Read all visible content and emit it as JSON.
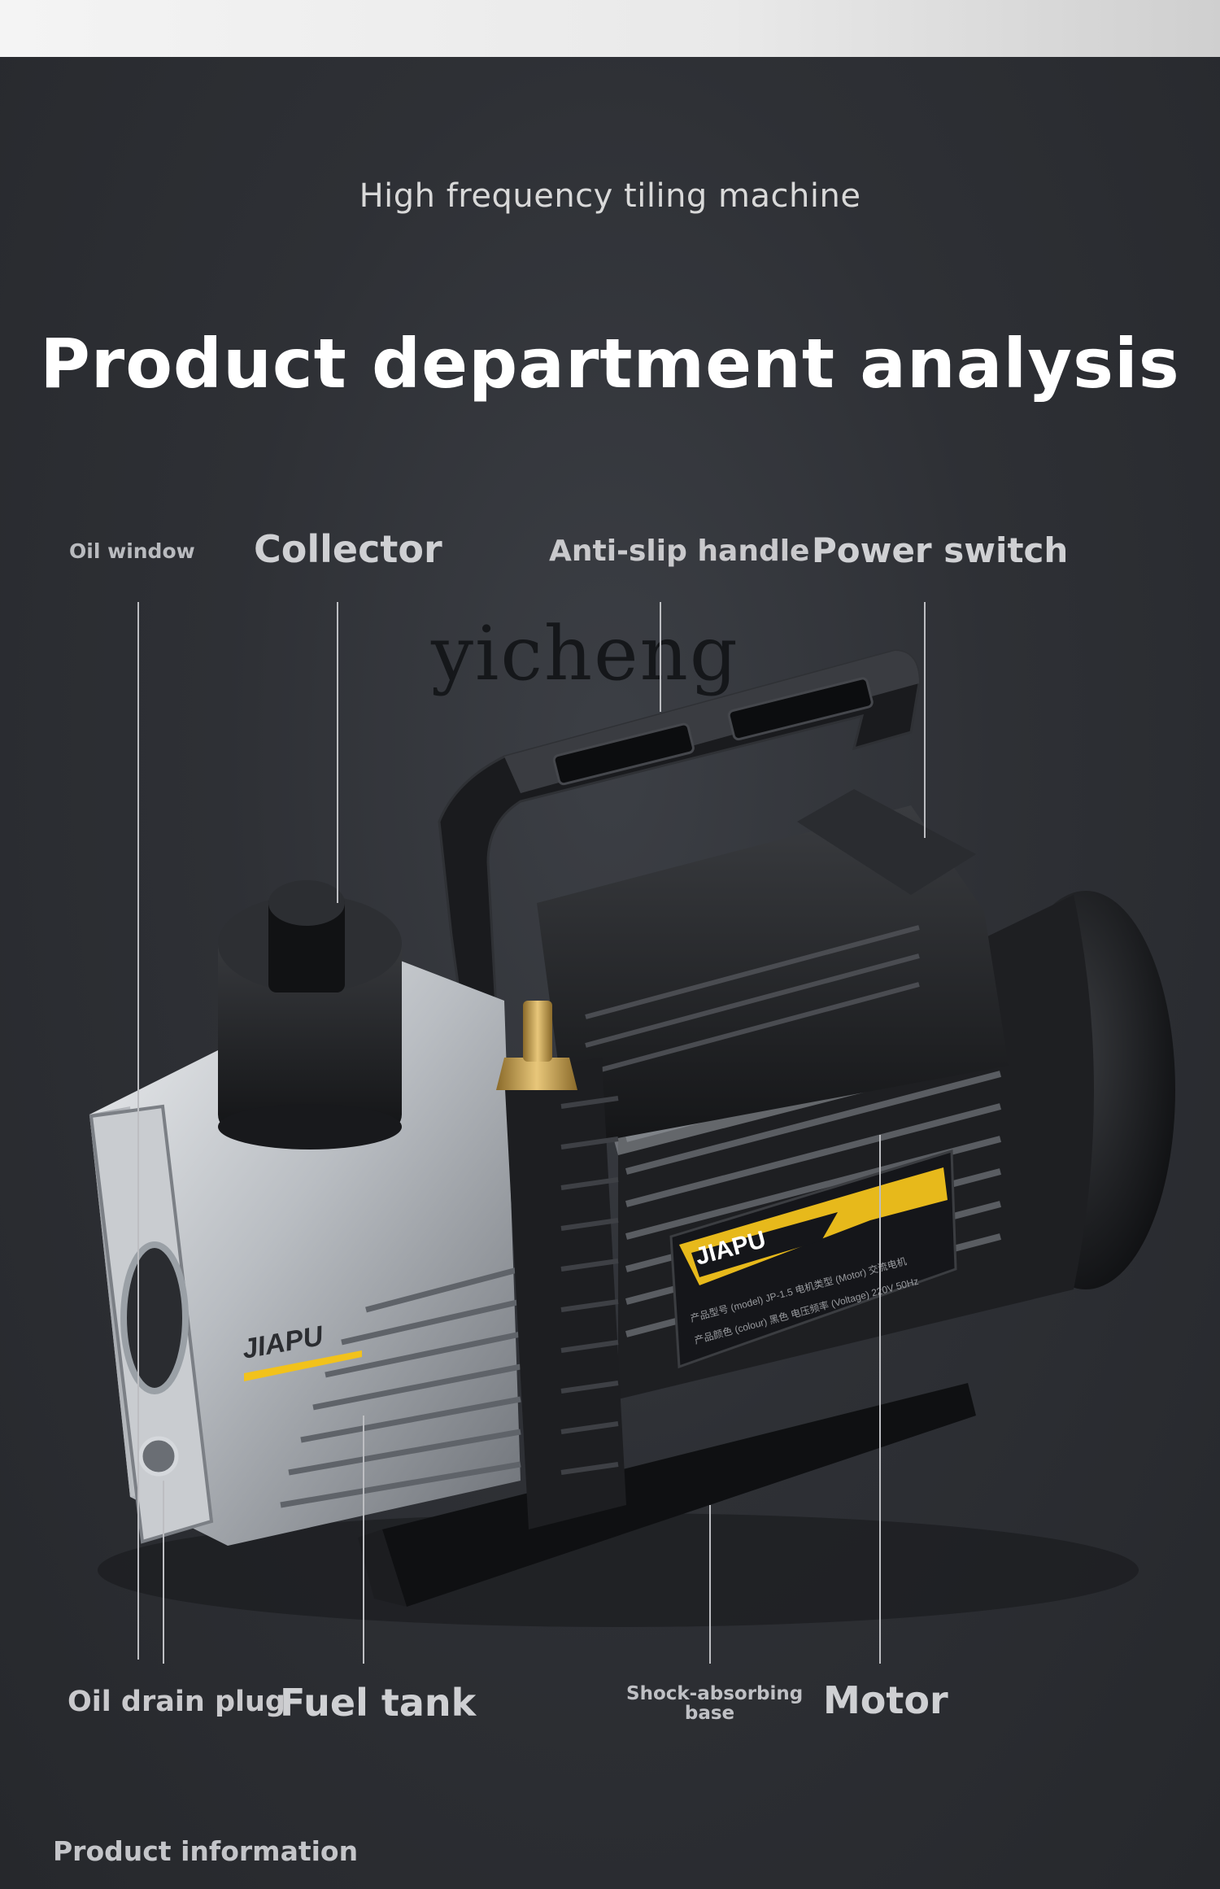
{
  "header": {
    "subtitle": "High frequency tiling machine",
    "title": "Product department analysis"
  },
  "watermark": "yicheng",
  "labels": {
    "oil_window": "Oil window",
    "collector": "Collector",
    "anti_slip_handle": "Anti-slip handle",
    "power_switch": "Power switch",
    "oil_drain_plug": "Oil drain plug",
    "fuel_tank": "Fuel tank",
    "shock_absorbing_base_line1": "Shock-absorbing",
    "shock_absorbing_base_line2": "base",
    "motor": "Motor"
  },
  "product": {
    "brand": "JIAPU",
    "brand_accent": "#f2c21b",
    "nameplate_spec_line1": "产品型号 (model) JP-1.5   电机类型 (Motor) 交流电机",
    "nameplate_spec_line2": "产品颜色 (colour) 黑色   电压频率 (Voltage) 220V 50Hz"
  },
  "footer": {
    "section_label": "Product information"
  }
}
